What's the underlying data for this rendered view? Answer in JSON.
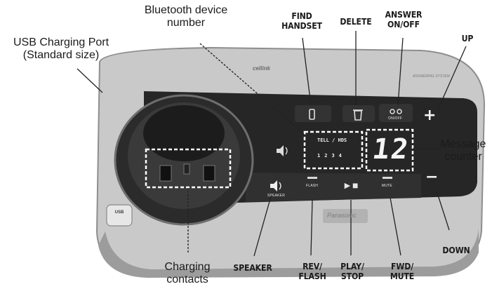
{
  "callouts": {
    "usb_port": [
      "USB Charging Port",
      "(Standard size)"
    ],
    "bluetooth_number": [
      "Bluetooth device",
      "number"
    ],
    "find_handset": [
      "FIND",
      "HANDSET"
    ],
    "delete": [
      "DELETE"
    ],
    "answer": [
      "ANSWER",
      "ON/OFF"
    ],
    "up": [
      "UP"
    ],
    "message_counter": [
      "Message",
      "counter"
    ],
    "down": [
      "DOWN"
    ],
    "charging_contacts": [
      "Charging",
      "contacts"
    ],
    "speaker": [
      "SPEAKER"
    ],
    "rev_flash": [
      "REV/",
      "FLASH"
    ],
    "play_stop": [
      "PLAY/",
      "STOP"
    ],
    "fwd_mute": [
      "FWD/",
      "MUTE"
    ]
  },
  "device": {
    "brand_left": "cellink",
    "brand_right": "ANSWERING SYSTEM",
    "answer_key_label": "ON/OFF",
    "panel_text": "TELL / HDS",
    "panel_numbers": [
      "1",
      "2",
      "3",
      "4"
    ],
    "counter_value": "12",
    "up_sign": "+",
    "down_sign": "−",
    "speaker_key_label": "SPEAKER",
    "flash_key_label": "FLASH",
    "mute_key_label": "MUTE",
    "play_symbol": "►■",
    "usb_badge": "USB",
    "base_logo": "Panasonic"
  },
  "colors": {
    "body": "#bdbdbd",
    "rim": "#9e9e9e",
    "panel": "#2a2a2a",
    "dashed_box": "#ffffff",
    "callout_line": "#222222"
  }
}
